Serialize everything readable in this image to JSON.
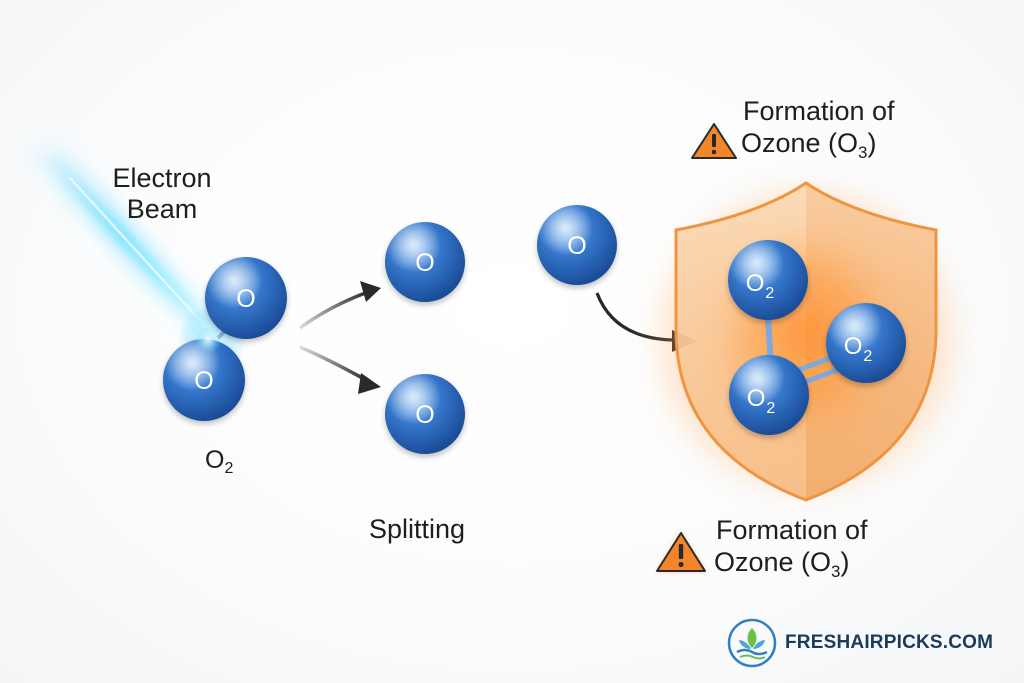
{
  "labels": {
    "electron_beam_line1": "Electron",
    "electron_beam_line2": "Beam",
    "o2_base": "O",
    "o2_sub": "2",
    "splitting": "Splitting",
    "formation_line1": "Formation of",
    "formation_line2_base": "Ozone (O",
    "formation_line2_sub": "3",
    "formation_line2_end": ")"
  },
  "atoms": {
    "oxygen_symbol": "O",
    "o2_symbol_base": "O",
    "o2_symbol_sub": "2"
  },
  "brand": {
    "text": "FRESHAIRPICKS.COM"
  },
  "colors": {
    "atom_blue": "#2f6fc4",
    "beam_cyan": "#5fd3ff",
    "shield_orange": "#f39a4a",
    "warning_orange": "#f4862a",
    "arrow_dark": "#2a2a2a",
    "brand_navy": "#1a3b5c"
  },
  "icons": {
    "warning": "warning-triangle-icon",
    "shield": "shield-icon",
    "logo": "freshairpicks-logo-icon"
  }
}
